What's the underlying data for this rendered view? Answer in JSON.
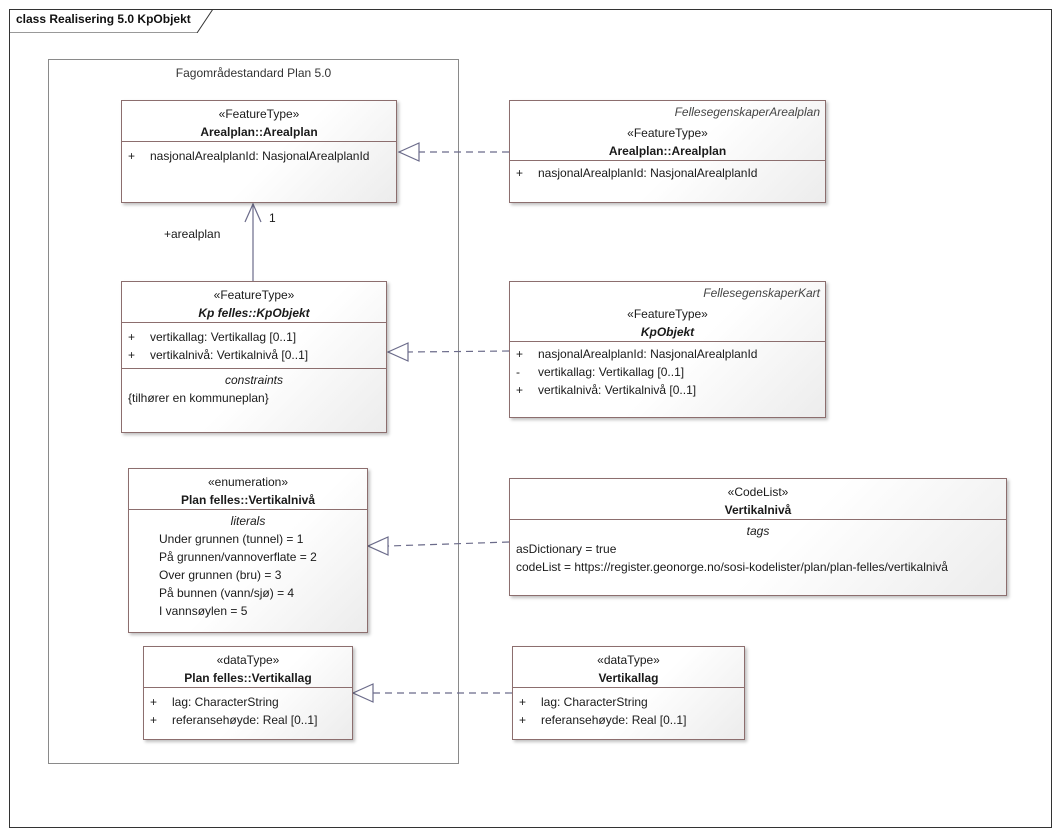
{
  "diagram": {
    "frame_title": "class Realisering 5.0 KpObjekt",
    "package_name": "Fagområdestandard Plan 5.0"
  },
  "classes": {
    "arealplan_left": {
      "stereotype": "«FeatureType»",
      "name": "Arealplan::Arealplan",
      "attributes": [
        {
          "vis": "+",
          "text": "nasjonalArealplanId: NasjonalArealplanId"
        }
      ]
    },
    "kpobjekt_left": {
      "stereotype": "«FeatureType»",
      "name": "Kp felles::KpObjekt",
      "attributes": [
        {
          "vis": "+",
          "text": "vertikallag: Vertikallag [0..1]"
        },
        {
          "vis": "+",
          "text": "vertikalnivå: Vertikalnivå [0..1]"
        }
      ],
      "constraints_title": "constraints",
      "constraint": "{tilhører en kommuneplan}"
    },
    "vertikalniva_enum": {
      "stereotype": "«enumeration»",
      "name": "Plan felles::Vertikalnivå",
      "literals_title": "literals",
      "literals": [
        "Under grunnen (tunnel) = 1",
        "På grunnen/vannoverflate = 2",
        "Over grunnen (bru) = 3",
        "På bunnen (vann/sjø) = 4",
        "I vannsøylen = 5"
      ]
    },
    "vertikallag_left": {
      "stereotype": "«dataType»",
      "name": "Plan felles::Vertikallag",
      "attributes": [
        {
          "vis": "+",
          "text": "lag: CharacterString"
        },
        {
          "vis": "+",
          "text": "referansehøyde: Real [0..1]"
        }
      ]
    },
    "arealplan_right": {
      "package": "FellesegenskaperArealplan",
      "stereotype": "«FeatureType»",
      "name": "Arealplan::Arealplan",
      "attributes": [
        {
          "vis": "+",
          "text": "nasjonalArealplanId: NasjonalArealplanId"
        }
      ]
    },
    "kpobjekt_right": {
      "package": "FellesegenskaperKart",
      "stereotype": "«FeatureType»",
      "name": "KpObjekt",
      "attributes": [
        {
          "vis": "+",
          "text": "nasjonalArealplanId: NasjonalArealplanId"
        },
        {
          "vis": "-",
          "text": "vertikallag: Vertikallag [0..1]"
        },
        {
          "vis": "+",
          "text": "vertikalnivå: Vertikalnivå [0..1]"
        }
      ]
    },
    "vertikalniva_codelist": {
      "stereotype": "«CodeList»",
      "name": "Vertikalnivå",
      "tags_title": "tags",
      "tags": [
        "asDictionary = true",
        "codeList = https://register.geonorge.no/sosi-kodelister/plan/plan-felles/vertikalnivå"
      ]
    },
    "vertikallag_right": {
      "stereotype": "«dataType»",
      "name": "Vertikallag",
      "attributes": [
        {
          "vis": "+",
          "text": "lag: CharacterString"
        },
        {
          "vis": "+",
          "text": "referansehøyde: Real [0..1]"
        }
      ]
    }
  },
  "association": {
    "role": "+arealplan",
    "multiplicity": "1"
  }
}
